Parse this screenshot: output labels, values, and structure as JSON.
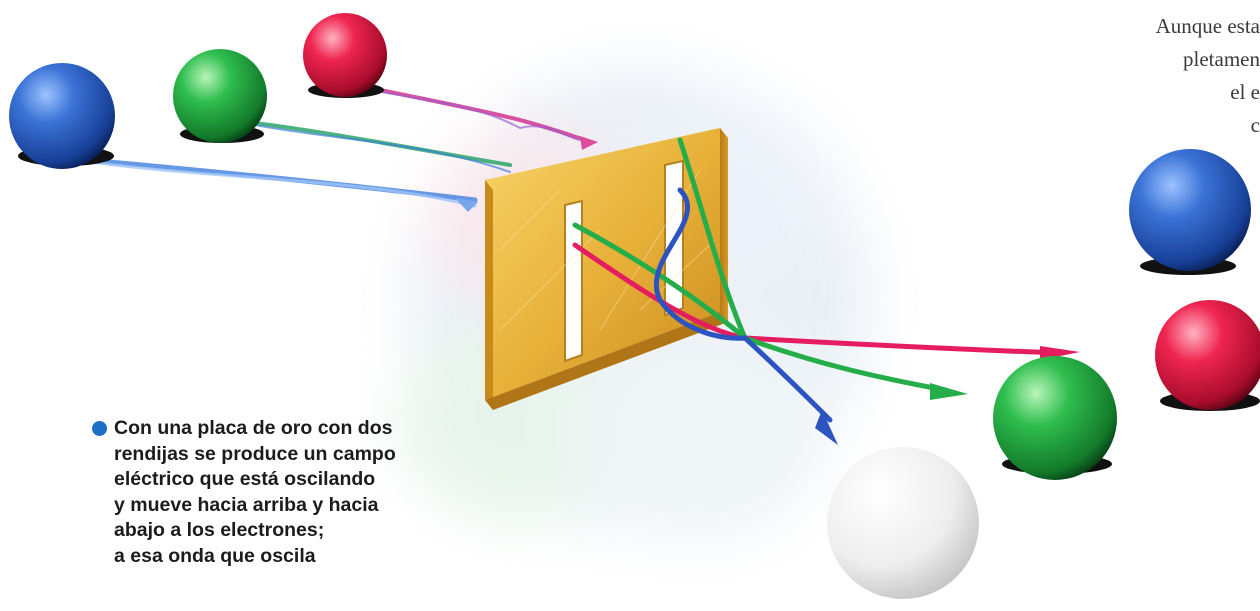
{
  "caption": {
    "lines": [
      "Con una placa de oro con dos",
      "rendijas se produce un campo",
      "eléctrico que está oscilando",
      "y mueve hacia arriba y hacia",
      "abajo a los electrones;",
      "a esa onda que oscila"
    ],
    "bullet_color": "#1b6fc4"
  },
  "side_text": {
    "lines": [
      "Aunque esta",
      "pletamen",
      "el e",
      "c"
    ]
  },
  "colors": {
    "particle_blue": "#2a5fc4",
    "particle_green": "#22b04a",
    "particle_red": "#e51c45",
    "particle_white": "#e8e8e8",
    "gold_plate": "#e8b23a"
  },
  "icons": [
    "gold-plate-icon",
    "particle-sphere-icon",
    "wave-trail-icon",
    "arrow-trajectory-icon"
  ]
}
